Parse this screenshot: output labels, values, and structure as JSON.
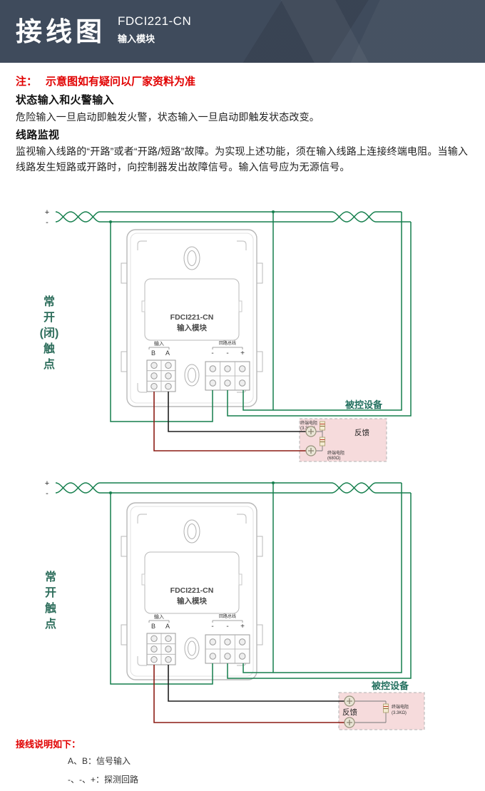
{
  "header": {
    "title": "接线图",
    "model": "FDCI221-CN",
    "subtitle": "输入模块"
  },
  "note": {
    "prefix": "注：",
    "text": "示意图如有疑问以厂家资料为准"
  },
  "sections": [
    {
      "heading": "状态输入和火警输入",
      "body": "危险输入一旦启动即触发火警，状态输入一旦启动即触发状态改变。"
    },
    {
      "heading": "线路监视",
      "body": "监视输入线路的“开路”或者“开路/短路”故障。为实现上述功能，须在输入线路上连接终端电阻。当输入线路发生短路或开路时，向控制器发出故障信号。输入信号应为无源信号。"
    }
  ],
  "colors": {
    "header_bg": "#3f4b5c",
    "accent_red": "#e10000",
    "teal": "#23705f",
    "wire_green": "#157f4d",
    "wire_black": "#1f1f1f",
    "wire_dark_red": "#8c1c14",
    "device_box_pink": "#f6dbdc"
  },
  "diagram1": {
    "side_label": [
      "常",
      "开",
      "(闭)",
      "触",
      "点"
    ],
    "bus": {
      "plus": "+",
      "minus": "-"
    },
    "module": {
      "title": "FDCI221-CN",
      "subtitle": "输入模块",
      "input_group": "输入",
      "terminals_input": [
        "B",
        "A"
      ],
      "loop_group": "回路总线",
      "terminals_loop": [
        "-",
        "-",
        "+"
      ]
    },
    "device_box": {
      "title": "被控设备",
      "feedback": "反馈",
      "resistor_top": [
        "终端电阻",
        "(3.3KΩ)"
      ],
      "resistor_bottom": [
        "终端电阻",
        "(680Ω)"
      ]
    }
  },
  "diagram2": {
    "side_label": [
      "常",
      "开",
      "触",
      "点"
    ],
    "bus": {
      "plus": "+",
      "minus": "-"
    },
    "module": {
      "title": "FDCI221-CN",
      "subtitle": "输入模块",
      "input_group": "输入",
      "terminals_input": [
        "B",
        "A"
      ],
      "loop_group": "回路总线",
      "terminals_loop": [
        "-",
        "-",
        "+"
      ]
    },
    "device_box": {
      "title": "被控设备",
      "feedback": "反馈",
      "resistor": [
        "终端电阻",
        "(3.3KΩ)"
      ]
    }
  },
  "footer": {
    "heading": "接线说明如下：",
    "lines": [
      "A、B：信号输入",
      "-、-、+：探测回路"
    ]
  }
}
